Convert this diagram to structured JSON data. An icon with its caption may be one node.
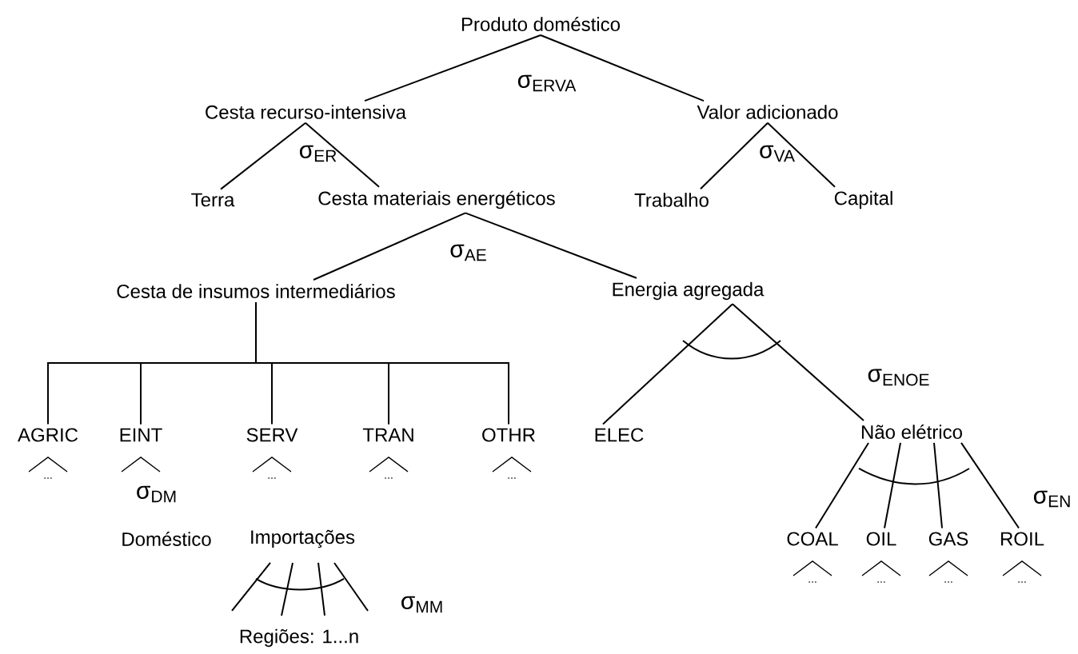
{
  "diagram": {
    "nodes": [
      {
        "text": [
          "Produto doméstico"
        ]
      },
      {
        "text": [
          "Cesta recurso-intensiva"
        ]
      },
      {
        "text": [
          "Valor adicionado"
        ]
      },
      {
        "text": [
          "Terra"
        ]
      },
      {
        "text": [
          "Cesta materiais energéticos"
        ]
      },
      {
        "text": [
          "Trabalho"
        ]
      },
      {
        "text": [
          "Capital"
        ]
      },
      {
        "text": [
          "Cesta de insumos intermediários"
        ]
      },
      {
        "text": [
          "Energia agregada"
        ]
      },
      {
        "text": [
          "AGRIC"
        ]
      },
      {
        "text": [
          "EINT"
        ]
      },
      {
        "text": [
          "SERV"
        ]
      },
      {
        "text": [
          "TRAN"
        ]
      },
      {
        "text": [
          "OTHR"
        ]
      },
      {
        "text": [
          "ELEC"
        ]
      },
      {
        "text": [
          "Não elétrico"
        ]
      },
      {
        "text": [
          "COAL"
        ]
      },
      {
        "text": [
          "OIL"
        ]
      },
      {
        "text": [
          "GAS"
        ]
      },
      {
        "text": [
          "ROIL"
        ]
      }
    ],
    "edges": [
      {
        "from": 0,
        "to": 1,
        "arrow": "none"
      },
      {
        "from": 0,
        "to": 2,
        "arrow": "none"
      },
      {
        "from": 1,
        "to": 3,
        "arrow": "none"
      },
      {
        "from": 1,
        "to": 4,
        "arrow": "none"
      },
      {
        "from": 2,
        "to": 5,
        "arrow": "none"
      },
      {
        "from": 2,
        "to": 6,
        "arrow": "none"
      },
      {
        "from": 4,
        "to": 7,
        "arrow": "none"
      },
      {
        "from": 4,
        "to": 8,
        "arrow": "none"
      },
      {
        "from": 7,
        "to": 9,
        "arrow": "none"
      },
      {
        "from": 7,
        "to": 10,
        "arrow": "none"
      },
      {
        "from": 7,
        "to": 11,
        "arrow": "none"
      },
      {
        "from": 7,
        "to": 12,
        "arrow": "none"
      },
      {
        "from": 7,
        "to": 13,
        "arrow": "none"
      },
      {
        "from": 8,
        "to": 14,
        "arrow": "none"
      },
      {
        "from": 8,
        "to": 15,
        "arrow": "none"
      },
      {
        "from": 15,
        "to": 16,
        "arrow": "none"
      },
      {
        "from": 15,
        "to": 17,
        "arrow": "none"
      },
      {
        "from": 15,
        "to": 18,
        "arrow": "none"
      },
      {
        "from": 15,
        "to": 19,
        "arrow": "none"
      }
    ],
    "labels": [
      "σ$_{ERVA}$",
      "σ$_{ER}$",
      "σ$_{VA}$",
      "σ$_{AE}$",
      "σ$_{ENOE}$",
      "...",
      "σ$_{DM}$",
      "...",
      "...",
      "...",
      "σ$_{EN}$",
      "...",
      "...",
      "...",
      "...",
      "Doméstico",
      "Importações",
      "σ$_{MM}$",
      "Regiões: 1...n"
    ]
  }
}
